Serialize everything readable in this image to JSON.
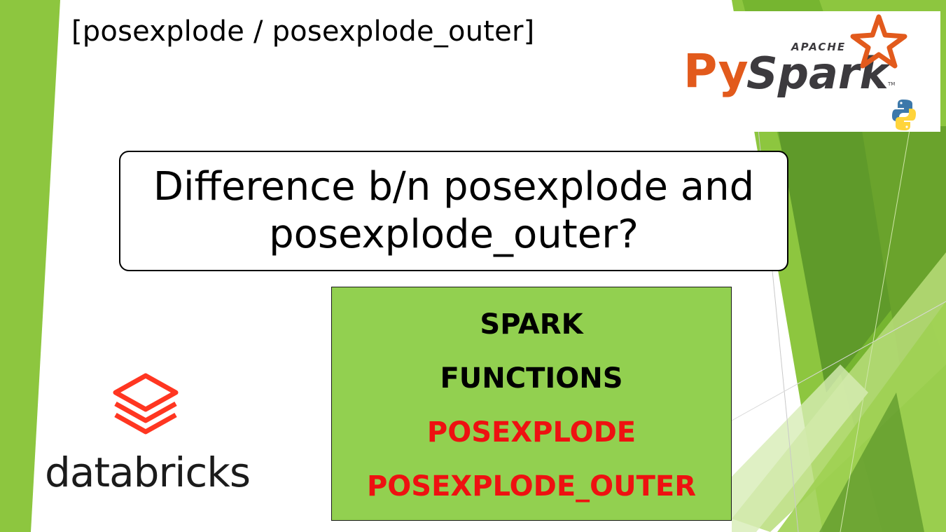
{
  "slide": {
    "top_title": "[posexplode / posexplode_outer]",
    "question_line_1": "Difference b/n posexplode and",
    "question_line_2": "posexplode_outer?",
    "topics": [
      {
        "text": "SPARK",
        "color": "#000000"
      },
      {
        "text": "FUNCTIONS",
        "color": "#000000"
      },
      {
        "text": "POSEXPLODE",
        "color": "#ee1111"
      },
      {
        "text": "POSEXPLODE_OUTER",
        "color": "#ee1111"
      }
    ],
    "topic_box_color": "#92d050"
  },
  "pyspark_logo": {
    "py": "Py",
    "spark": "Spark",
    "apache": "APACHE",
    "tm": "TM",
    "py_color": "#e25a1c",
    "spark_color": "#3c3a3e",
    "icon": "python-icon"
  },
  "databricks_logo": {
    "wordmark": "databricks",
    "icon": "databricks-stack-icon",
    "icon_color": "#ff3621"
  },
  "background": {
    "accent_colors": [
      "#8dc63f",
      "#6aa32c",
      "#b8dd7a",
      "#4f8a22"
    ]
  }
}
